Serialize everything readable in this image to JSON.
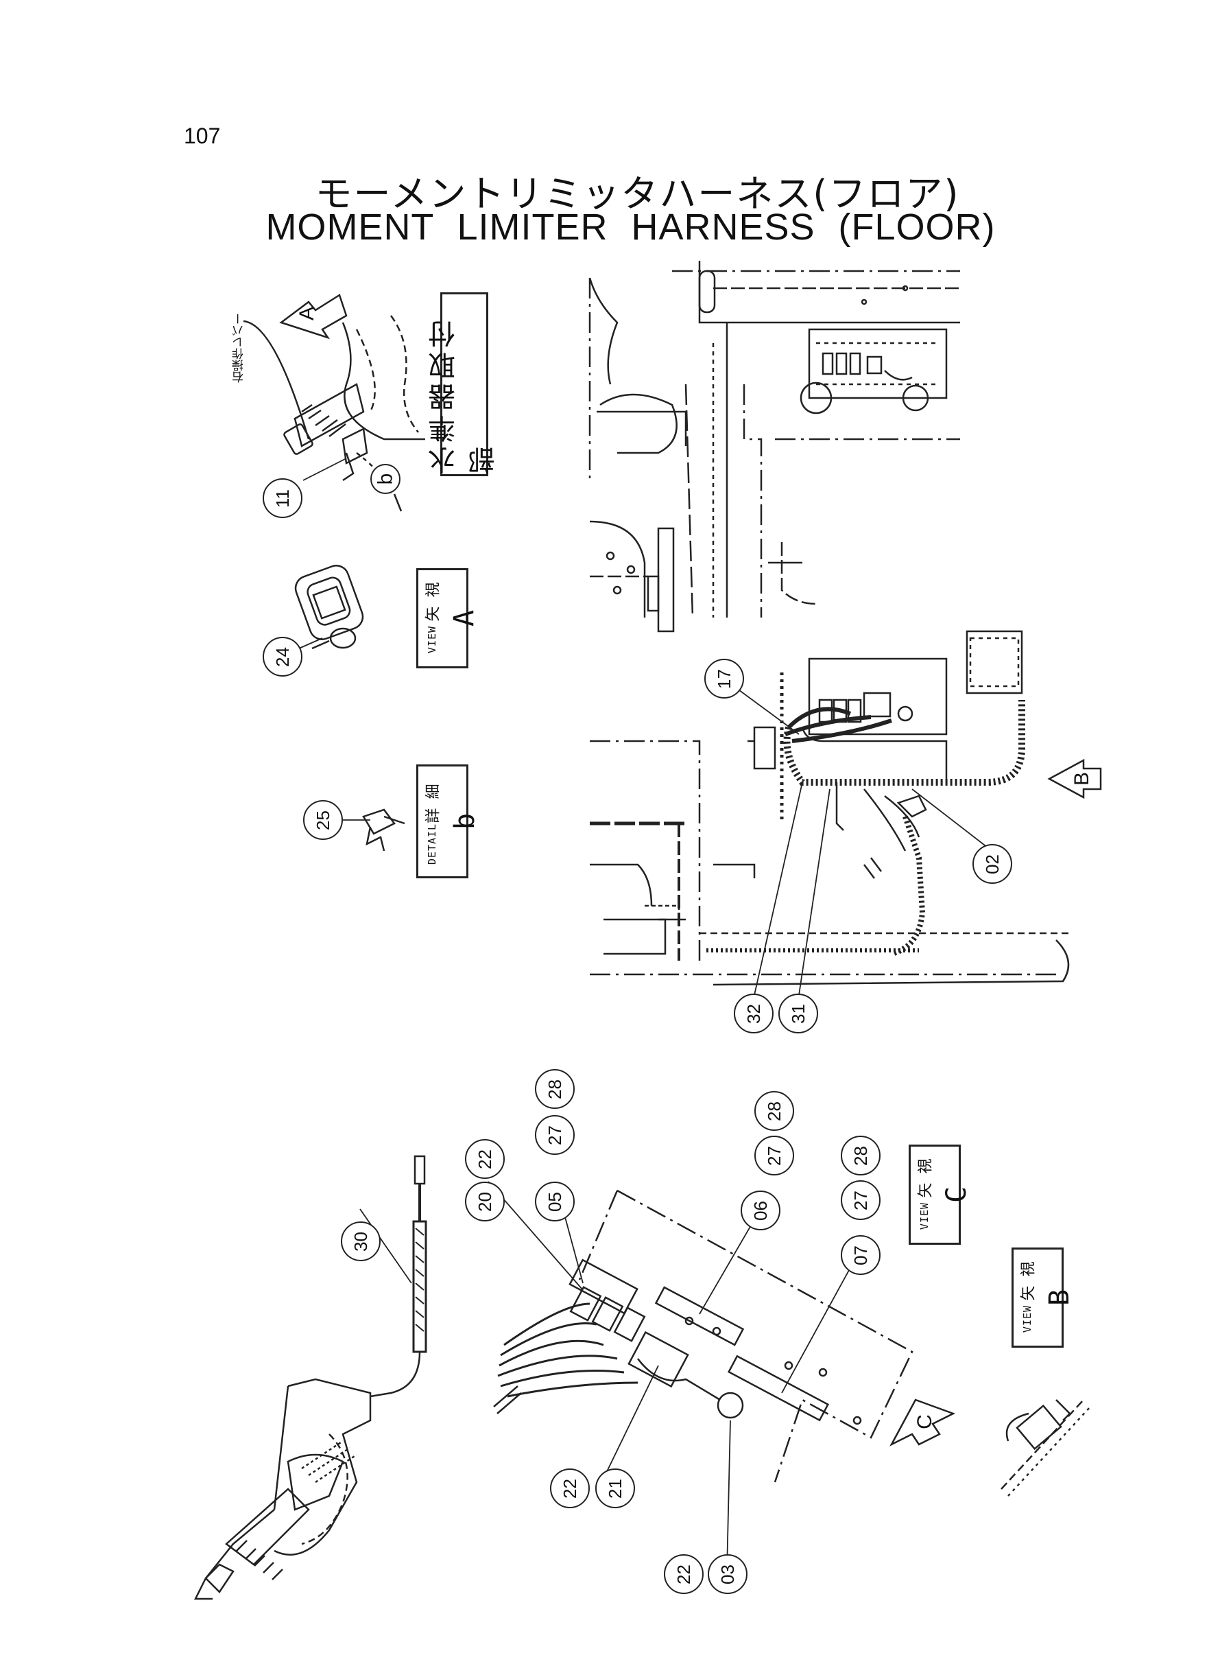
{
  "page": {
    "number": "107"
  },
  "title": {
    "japanese": "モーメントリミッタハーネス(フロア)",
    "english": "MOMENT LIMITER HARNESS (FLOOR)"
  },
  "notes": {
    "right_lever": "右操作レバー",
    "level_mount": "水準器取付部"
  },
  "views": {
    "view_a": {
      "jp": "矢 視",
      "en": "VIEW",
      "letter": "A"
    },
    "detail_b": {
      "jp": "詳 細",
      "en": "DETAIL",
      "letter": "b"
    },
    "view_c": {
      "jp": "矢 視",
      "en": "VIEW",
      "letter": "C"
    },
    "view_b": {
      "jp": "矢 視",
      "en": "VIEW",
      "letter": "B"
    }
  },
  "arrows": {
    "a": "A",
    "b_small": "b",
    "b_big": "B",
    "c": "C"
  },
  "callouts": {
    "c11": "11",
    "c24": "24",
    "c25": "25",
    "c17": "17",
    "c02": "02",
    "c32": "32",
    "c31": "31",
    "c30": "30",
    "c20": "20",
    "c22a": "22",
    "c05": "05",
    "c27a": "27",
    "c28a": "28",
    "c06": "06",
    "c27b": "27",
    "c28b": "28",
    "c07": "07",
    "c27c": "27",
    "c28c": "28",
    "c22b": "22",
    "c21": "21",
    "c22c": "22",
    "c03": "03"
  }
}
